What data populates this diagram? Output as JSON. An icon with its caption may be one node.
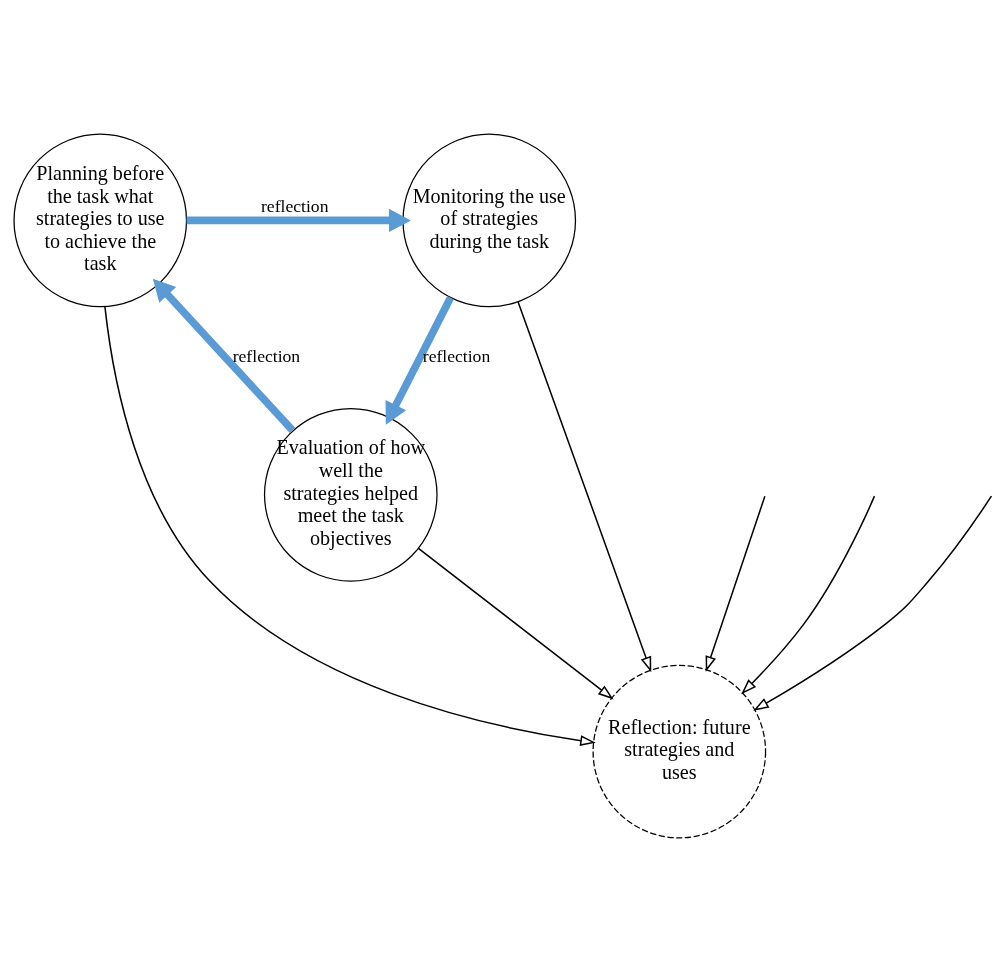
{
  "diagram": {
    "nodes": [
      {
        "text": [
          "Planning before the task what strategies to use to achieve the task"
        ]
      },
      {
        "text": [
          "Monitoring the use of strategies during the task"
        ]
      },
      {
        "text": [
          "Evaluation of how well the strategies helped meet the task objectives"
        ]
      },
      {
        "text": [
          "Reflection: future strategies and uses"
        ]
      }
    ],
    "edges": [
      {
        "from": 0,
        "to": 1,
        "arrow": "to",
        "label": "reflection",
        "style": "thick",
        "color": "#5b9bd5"
      },
      {
        "from": 1,
        "to": 2,
        "arrow": "to",
        "label": "reflection",
        "style": "thick",
        "color": "#5b9bd5"
      },
      {
        "from": 2,
        "to": 0,
        "arrow": "to",
        "label": "reflection",
        "style": "thick",
        "color": "#5b9bd5"
      },
      {
        "from": null,
        "to": 3,
        "arrow": "to"
      },
      {
        "from": 0,
        "to": 3,
        "arrow": "to"
      },
      {
        "from": 1,
        "to": 3,
        "arrow": "to"
      },
      {
        "from": null,
        "to": 3,
        "arrow": "to"
      },
      {
        "from": 2,
        "to": 3,
        "arrow": "to"
      },
      {
        "from": null,
        "to": 3,
        "arrow": "to"
      }
    ]
  }
}
